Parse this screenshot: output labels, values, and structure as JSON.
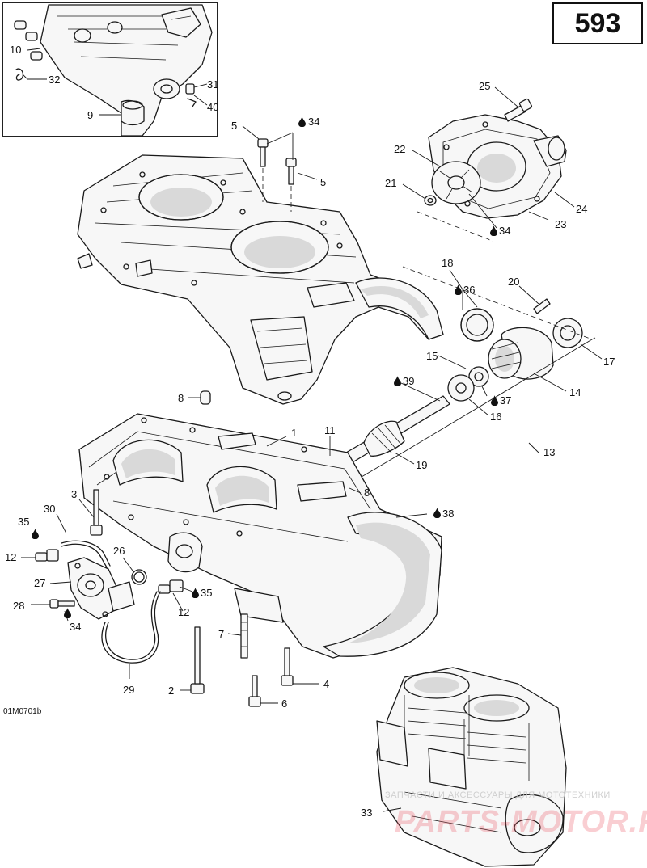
{
  "page_number": "593",
  "diagram_code": "01M0701b",
  "watermark": "ЗАПЧАСТИ И АКСЕССУАРЫ ДЛЯ МОТОТЕХНИКИ",
  "watermark_logo": "PARTS-MOTOR.RU",
  "lubricant_icon": "oil-drop-icon",
  "callouts": [
    {
      "id": "c10",
      "label": "10"
    },
    {
      "id": "c32",
      "label": "32"
    },
    {
      "id": "c31",
      "label": "31"
    },
    {
      "id": "c40",
      "label": "40"
    },
    {
      "id": "c9",
      "label": "9"
    },
    {
      "id": "c25",
      "label": "25"
    },
    {
      "id": "c5a",
      "label": "5"
    },
    {
      "id": "c34a",
      "label": "34"
    },
    {
      "id": "c5b",
      "label": "5"
    },
    {
      "id": "c22",
      "label": "22"
    },
    {
      "id": "c21",
      "label": "21"
    },
    {
      "id": "c24",
      "label": "24"
    },
    {
      "id": "c23",
      "label": "23"
    },
    {
      "id": "c34b",
      "label": "34"
    },
    {
      "id": "c18",
      "label": "18"
    },
    {
      "id": "c20",
      "label": "20"
    },
    {
      "id": "c36",
      "label": "36"
    },
    {
      "id": "c17",
      "label": "17"
    },
    {
      "id": "c15",
      "label": "15"
    },
    {
      "id": "c14",
      "label": "14"
    },
    {
      "id": "c39",
      "label": "39"
    },
    {
      "id": "c37",
      "label": "37"
    },
    {
      "id": "c16",
      "label": "16"
    },
    {
      "id": "c8a",
      "label": "8"
    },
    {
      "id": "c1",
      "label": "1"
    },
    {
      "id": "c13",
      "label": "13"
    },
    {
      "id": "c11",
      "label": "11"
    },
    {
      "id": "c19",
      "label": "19"
    },
    {
      "id": "c8b",
      "label": "8"
    },
    {
      "id": "c3",
      "label": "3"
    },
    {
      "id": "c38",
      "label": "38"
    },
    {
      "id": "c30",
      "label": "30"
    },
    {
      "id": "c35a",
      "label": "35"
    },
    {
      "id": "c12a",
      "label": "12"
    },
    {
      "id": "c26",
      "label": "26"
    },
    {
      "id": "c27",
      "label": "27"
    },
    {
      "id": "c35b",
      "label": "35"
    },
    {
      "id": "c28",
      "label": "28"
    },
    {
      "id": "c12b",
      "label": "12"
    },
    {
      "id": "c34c",
      "label": "34"
    },
    {
      "id": "c7",
      "label": "7"
    },
    {
      "id": "c29",
      "label": "29"
    },
    {
      "id": "c4",
      "label": "4"
    },
    {
      "id": "c2",
      "label": "2"
    },
    {
      "id": "c6",
      "label": "6"
    },
    {
      "id": "c33",
      "label": "33"
    }
  ]
}
